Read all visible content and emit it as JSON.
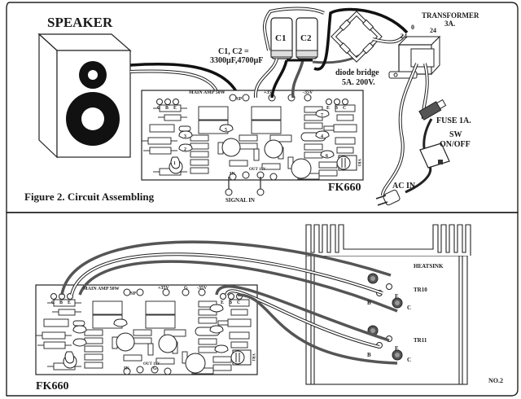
{
  "top_panel": {
    "caption": "Figure 2. Circuit Assembling",
    "speaker_label": "SPEAKER",
    "capacitor_label_line1": "C1, C2 =",
    "capacitor_label_line2": "3300µF,4700µF",
    "c1": "C1",
    "c2": "C2",
    "diode_bridge_line1": "diode bridge",
    "diode_bridge_line2": "5A. 200V.",
    "transformer_line1": "TRANSFORMER",
    "transformer_line2": "3A.",
    "tap_left": "24",
    "tap_mid": "0",
    "tap_right": "24",
    "fuse": "FUSE 1A.",
    "switch_line1": "SW",
    "switch_line2": "ON/OFF",
    "ac_in": "AC IN",
    "signal_in": "SIGNAL IN",
    "board_name": "FK660"
  },
  "pcb": {
    "title": "MAIN AMP 50W",
    "sp": "SP",
    "plus_v": "+35V",
    "g": "G",
    "minus_v": "-35V",
    "left_pins": [
      "C",
      "B",
      "E"
    ],
    "right_pins": [
      "E",
      "B",
      "C"
    ],
    "out": "OUT 15V",
    "in": "IN",
    "plus": "+",
    "minus": "-",
    "g_pin": "G",
    "vr": "VR1",
    "numbers": [
      "1",
      "2",
      "3",
      "4",
      "5",
      "6",
      "7"
    ],
    "eb_left": [
      "E",
      "B"
    ],
    "eb_right": [
      "E",
      "B"
    ]
  },
  "bottom_panel": {
    "board_name": "FK660",
    "heatsink": "HEATSINK",
    "tr10": "TR10",
    "tr11": "TR11",
    "pin_b": "B",
    "pin_e": "E",
    "pin_c": "C",
    "page": "NO.2"
  }
}
